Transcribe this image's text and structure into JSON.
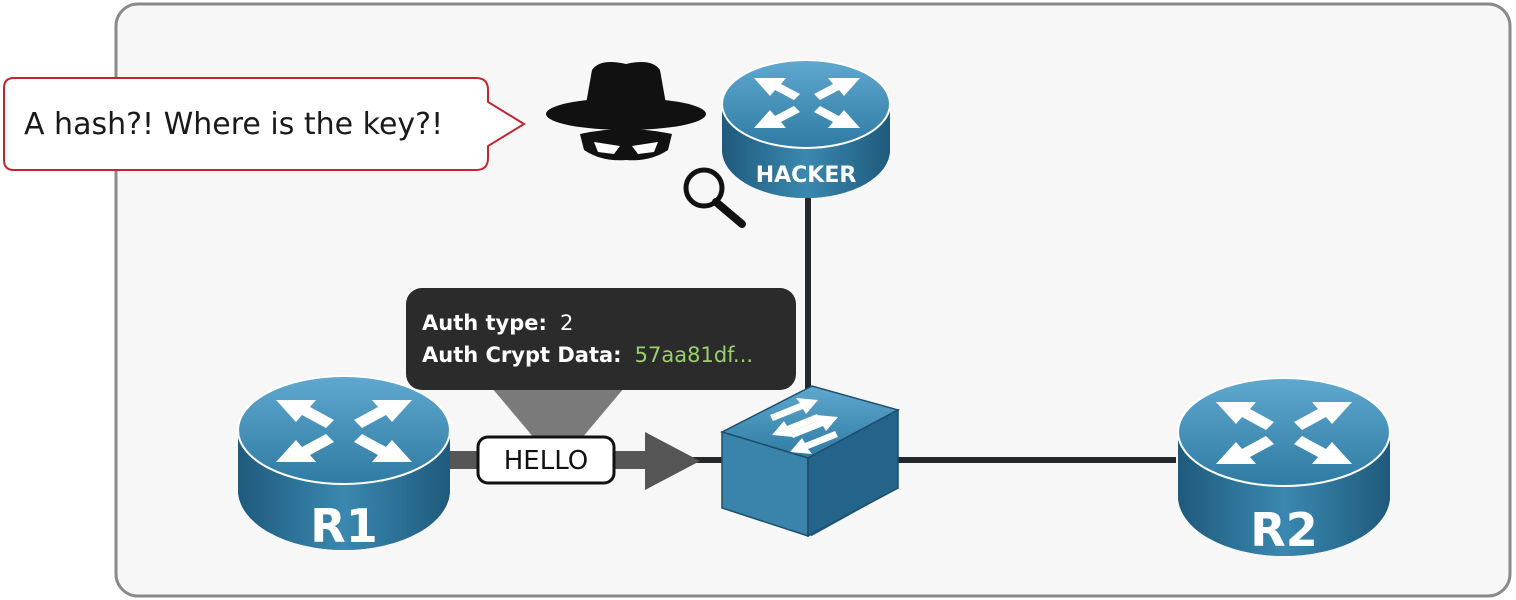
{
  "callout": {
    "text": "A hash?! Where is the key?!"
  },
  "routers": {
    "hacker": {
      "label": "HACKER"
    },
    "r1": {
      "label": "R1"
    },
    "r2": {
      "label": "R2"
    }
  },
  "tooltip": {
    "auth_type_label": "Auth type:",
    "auth_type_value": "2",
    "crypt_label": "Auth Crypt Data:",
    "crypt_value": "57aa81df..."
  },
  "packet": {
    "label": "HELLO"
  },
  "colors": {
    "router_top": "#3e86ad",
    "router_side": "#2a6a8e",
    "link": "#22282e",
    "tooltip_bg": "#2b2b2b",
    "crypt_value": "#9bcf6e",
    "callout_border": "#c0272d",
    "frame_border": "#8a8a8a",
    "frame_bg": "#f7f7f7"
  }
}
